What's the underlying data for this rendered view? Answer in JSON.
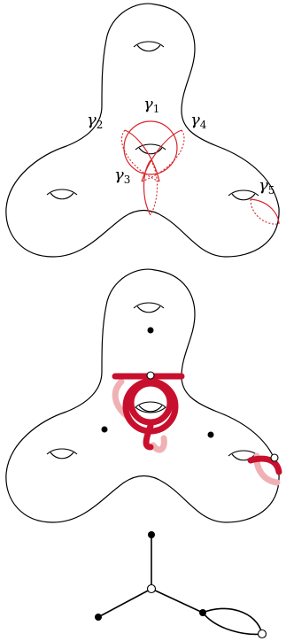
{
  "colors": {
    "outline": "#000000",
    "curve": "#d7262b",
    "curve_thick": "#c8102e",
    "curve_shadow": "#f0b1b4",
    "hollow_node": "#ffffff"
  },
  "panels": [
    {
      "id": "surface-with-curves",
      "labels": [
        {
          "symbol": "γ",
          "index": "1"
        },
        {
          "symbol": "γ",
          "index": "2"
        },
        {
          "symbol": "γ",
          "index": "3"
        },
        {
          "symbol": "γ",
          "index": "4"
        },
        {
          "symbol": "γ",
          "index": "5"
        }
      ]
    },
    {
      "id": "surface-with-thick-curves-and-marked-points"
    },
    {
      "id": "dual-graph"
    }
  ]
}
